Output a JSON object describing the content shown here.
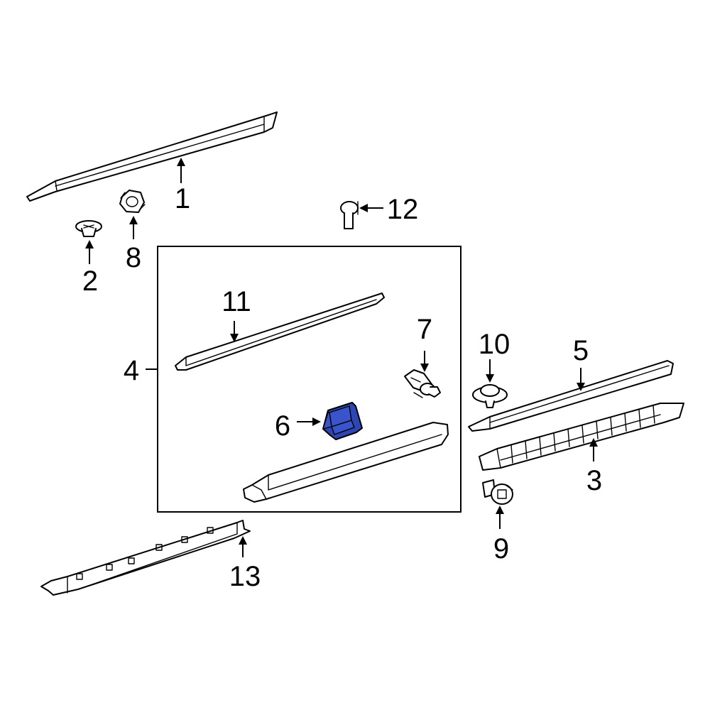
{
  "diagram": {
    "callouts": {
      "c1": "1",
      "c2": "2",
      "c3": "3",
      "c4": "4",
      "c5": "5",
      "c6": "6",
      "c7": "7",
      "c8": "8",
      "c9": "9",
      "c10": "10",
      "c11": "11",
      "c12": "12",
      "c13": "13"
    },
    "highlighted_part": "6",
    "highlight_color": "#2d46b4",
    "line_color": "#000000",
    "background_color": "#ffffff"
  }
}
